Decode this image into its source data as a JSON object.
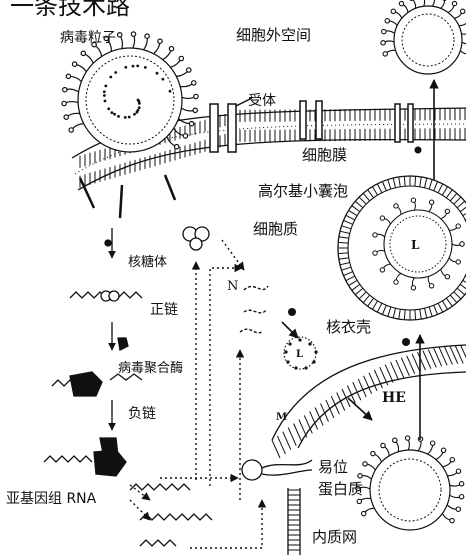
{
  "header_fragment": "一条技术路",
  "labels": {
    "virus_particle": "病毒粒子",
    "extracellular_space": "细胞外空间",
    "receptor": "受体",
    "cell_membrane": "细胞膜",
    "golgi_vesicle": "高尔基小囊泡",
    "cytoplasm": "细胞质",
    "ribosome": "核糖体",
    "n_protein": "N",
    "positive_strand": "正链",
    "polymerase": "病毒聚合酶",
    "negative_strand": "负链",
    "nucleocapsid": "核衣壳",
    "he": "HE",
    "m": "M",
    "l_inner": "L",
    "l_small": "L",
    "translocation_protein_1": "易位",
    "translocation_protein_2": "蛋白质",
    "subgenomic_rna": "亚基因组 RNA",
    "er": "内质网"
  },
  "colors": {
    "ink": "#111111",
    "paper": "#ffffff"
  }
}
